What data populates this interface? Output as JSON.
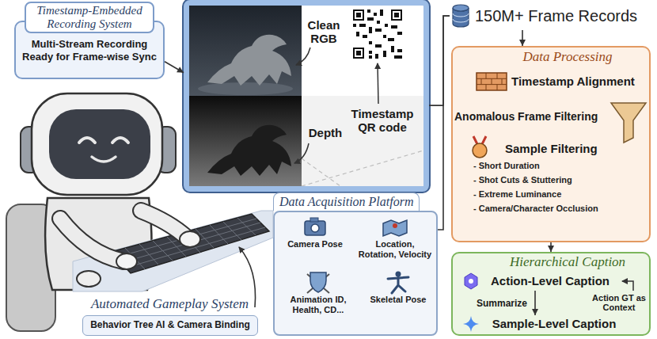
{
  "diagram": {
    "nodes": [
      {
        "text": [
          "Timestamp-Embedded Recording System",
          "Multi-Stream Recording Ready for Frame-wise Sync"
        ]
      },
      {
        "text": [
          "Clean RGB",
          "Depth",
          "Timestamp QR code"
        ]
      },
      {
        "text": [
          "Automated Gameplay System",
          "Behavior Tree AI & Camera Binding"
        ]
      },
      {
        "text": [
          "Data Acquisition Platform"
        ]
      },
      {
        "text": [
          "Camera Pose"
        ],
        "in": 3
      },
      {
        "text": [
          "Location, Rotation, Velocity"
        ],
        "in": 3
      },
      {
        "text": [
          "Animation ID, Health, CD..."
        ],
        "in": 3
      },
      {
        "text": [
          "Skeletal Pose"
        ],
        "in": 3
      },
      {
        "text": [
          "150M+ Frame Records"
        ]
      },
      {
        "text": [
          "Data Processing"
        ]
      },
      {
        "text": [
          "Timestamp Alignment"
        ],
        "in": 9
      },
      {
        "text": [
          "Anomalous Frame Filtering"
        ],
        "in": 9
      },
      {
        "text": [
          "Sample Filtering",
          "- Short Duration",
          "- Shot Cuts & Stuttering",
          "- Extreme Luminance",
          "- Camera/Character Occlusion"
        ],
        "in": 9
      },
      {
        "text": [
          "Hierarchical Caption"
        ]
      },
      {
        "text": [
          "Action-Level Caption"
        ],
        "in": 13
      },
      {
        "text": [
          "Sample-Level Caption"
        ],
        "in": 13
      }
    ],
    "edges": [
      {
        "from": 0,
        "to": 1,
        "arrow": "to"
      },
      {
        "from": 1,
        "to": 8,
        "arrow": "none"
      },
      {
        "from": 3,
        "to": 8,
        "arrow": "none"
      },
      {
        "from": 8,
        "to": 9,
        "arrow": "to"
      },
      {
        "from": 9,
        "to": 13,
        "arrow": "to"
      },
      {
        "from": 14,
        "to": 15,
        "label": "Summarize",
        "arrow": "to"
      }
    ],
    "labels": [
      "Action GT as Context"
    ]
  }
}
